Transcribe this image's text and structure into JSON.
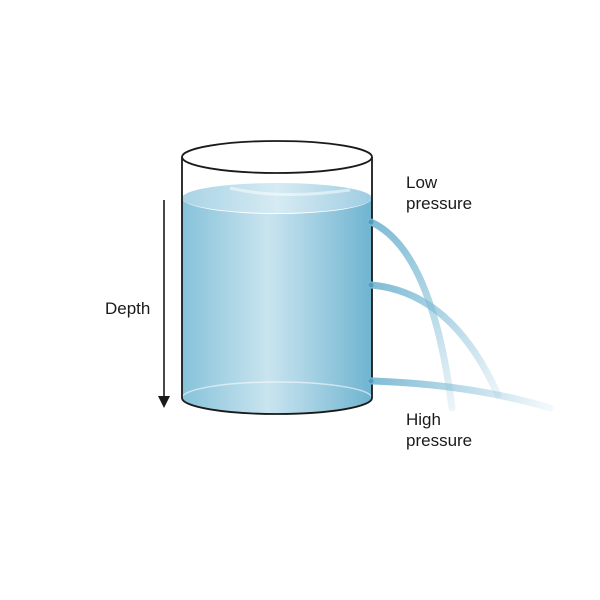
{
  "labels": {
    "depth": "Depth",
    "low": {
      "line1": "Low",
      "line2": "pressure"
    },
    "high": {
      "line1": "High",
      "line2": "pressure"
    }
  },
  "colors": {
    "water_dark": "#7dbdd6",
    "water_light": "#cfe6f0",
    "stream": "#9ccbdf",
    "outline": "#1a1a1a"
  }
}
